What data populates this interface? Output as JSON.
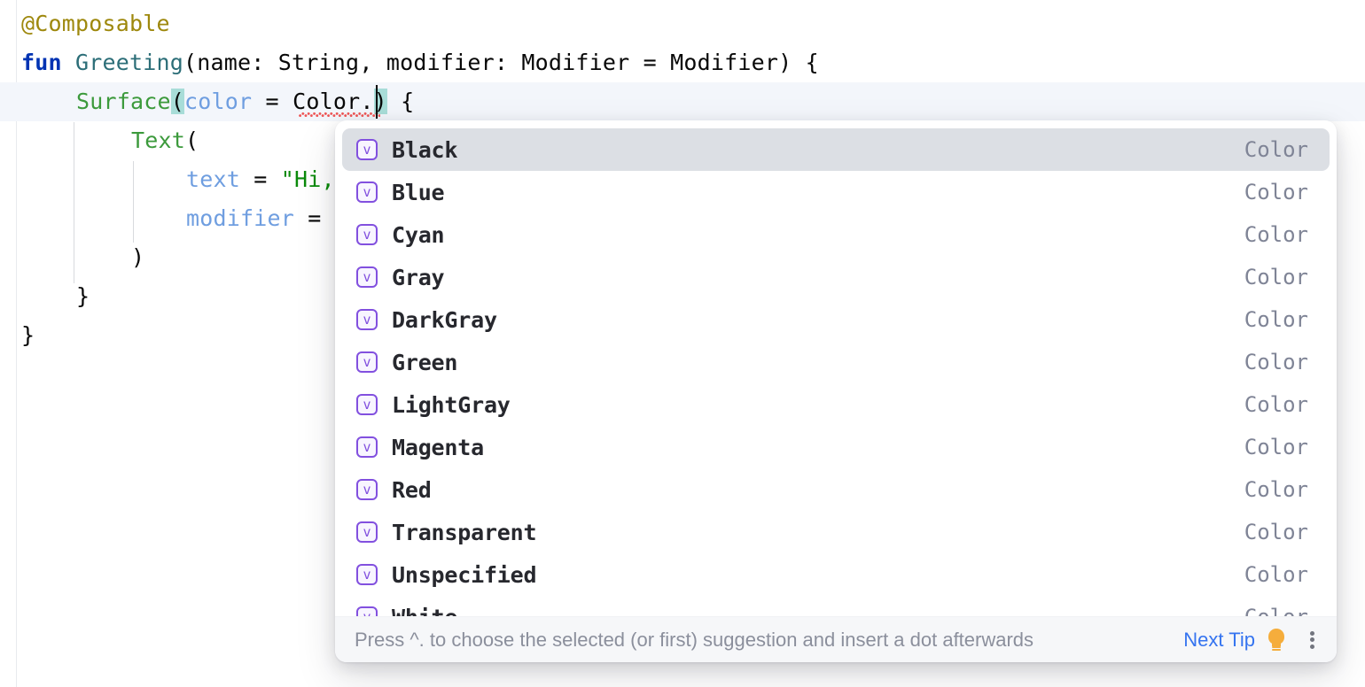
{
  "editor": {
    "language": "kotlin",
    "caret_visible": true,
    "current_line_index": 2,
    "lines": [
      {
        "indent": 0,
        "tokens": [
          {
            "text": "@Composable",
            "style": "anno"
          }
        ]
      },
      {
        "indent": 0,
        "tokens": [
          {
            "text": "fun",
            "style": "kw"
          },
          {
            "text": " ",
            "style": "plain"
          },
          {
            "text": "Greeting",
            "style": "fndec"
          },
          {
            "text": "(name: String, modifier: Modifier = Modifier) {",
            "style": "plain"
          }
        ]
      },
      {
        "indent": 1,
        "tokens": [
          {
            "text": "Surface",
            "style": "func"
          },
          {
            "text": "(",
            "style": "brace-hl"
          },
          {
            "text": "color",
            "style": "named"
          },
          {
            "text": " = ",
            "style": "plain"
          },
          {
            "text": "Color.",
            "style": "plain"
          },
          {
            "text": ")",
            "style": "brace-hl"
          },
          {
            "text": " {",
            "style": "plain"
          }
        ]
      },
      {
        "indent": 2,
        "tokens": [
          {
            "text": "Text",
            "style": "func"
          },
          {
            "text": "(",
            "style": "plain"
          }
        ]
      },
      {
        "indent": 3,
        "tokens": [
          {
            "text": "text",
            "style": "named"
          },
          {
            "text": " = ",
            "style": "plain"
          },
          {
            "text": "\"Hi,",
            "style": "str"
          }
        ]
      },
      {
        "indent": 3,
        "tokens": [
          {
            "text": "modifier",
            "style": "named"
          },
          {
            "text": " = ",
            "style": "plain"
          }
        ]
      },
      {
        "indent": 2,
        "tokens": [
          {
            "text": ")",
            "style": "plain"
          }
        ]
      },
      {
        "indent": 1,
        "tokens": [
          {
            "text": "}",
            "style": "plain"
          }
        ]
      },
      {
        "indent": 0,
        "tokens": [
          {
            "text": "}",
            "style": "plain"
          }
        ]
      }
    ],
    "error_underline_text": "Color.",
    "colors": {
      "annotation": "#9e880d",
      "keyword": "#0033b3",
      "function_declaration": "#2c6e78",
      "function_call": "#3c9a3c",
      "named_argument": "#6f9ee0",
      "string": "#0a8a0a",
      "plain": "#080808",
      "brace_match_highlight": "#a8ddd8",
      "current_line": "#f3f6fb",
      "error_squiggle": "#ee5555"
    }
  },
  "completion_popup": {
    "selected_index": 0,
    "icon_glyph": "v",
    "icon_name": "value-icon",
    "items": [
      {
        "label": "Black",
        "type": "Color"
      },
      {
        "label": "Blue",
        "type": "Color"
      },
      {
        "label": "Cyan",
        "type": "Color"
      },
      {
        "label": "Gray",
        "type": "Color"
      },
      {
        "label": "DarkGray",
        "type": "Color"
      },
      {
        "label": "Green",
        "type": "Color"
      },
      {
        "label": "LightGray",
        "type": "Color"
      },
      {
        "label": "Magenta",
        "type": "Color"
      },
      {
        "label": "Red",
        "type": "Color"
      },
      {
        "label": "Transparent",
        "type": "Color"
      },
      {
        "label": "Unspecified",
        "type": "Color"
      },
      {
        "label": "White",
        "type": "Color"
      }
    ],
    "status_bar": {
      "hint": "Press ^. to choose the selected (or first) suggestion and insert a dot afterwards",
      "next_tip_label": "Next Tip",
      "bulb_icon": "lightbulb-icon",
      "menu_icon": "kebab-menu-icon"
    },
    "colors": {
      "selected_row": "#dcdfe4",
      "icon_border": "#8250df",
      "type_text": "#7f8496",
      "status_bg": "#f6f7f9",
      "link": "#3574f0",
      "bulb": "#f5ad3c"
    }
  }
}
